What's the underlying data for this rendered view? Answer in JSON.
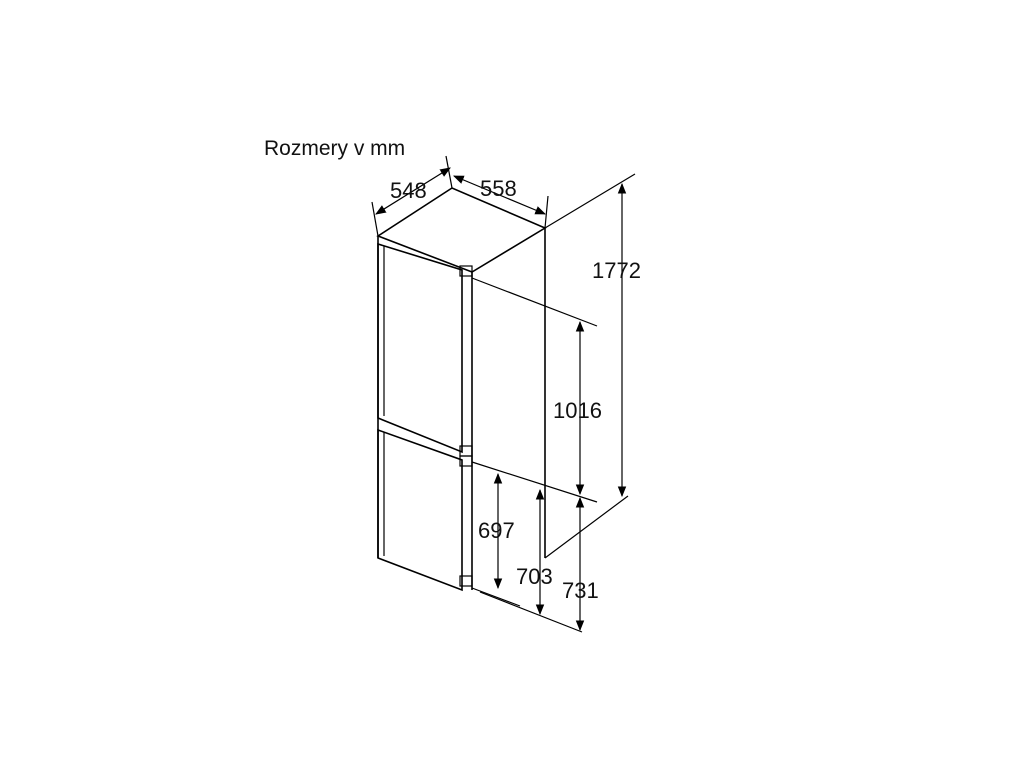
{
  "title": "Rozmery v mm",
  "dimensions": {
    "depth": "548",
    "width": "558",
    "total_height": "1772",
    "upper_section": "1016",
    "lower_door": "697",
    "lower_mid": "703",
    "lower_total": "731"
  },
  "colors": {
    "line": "#000000",
    "background": "#ffffff"
  }
}
